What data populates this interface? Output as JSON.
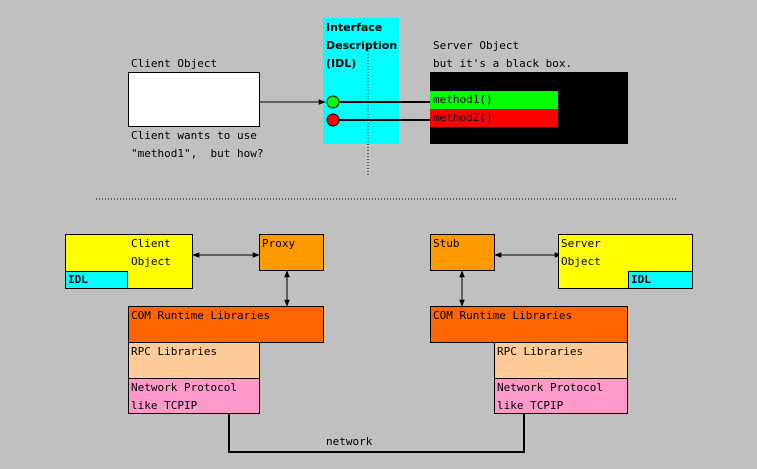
{
  "colors": {
    "background": "#c0c0c0",
    "idl_cyan": "#00ffff",
    "green": "#00ff00",
    "red": "#ff0000",
    "yellow": "#ffff00",
    "orange": "#ff9900",
    "com_orange": "#ff6600",
    "rpc_peach": "#ffcc99",
    "network_pink": "#ff99cc"
  },
  "top": {
    "client_object_label": "Client Object",
    "client_note_line1": "Client wants to use",
    "client_note_line2": "\"method1\",  but how?",
    "idl_line1": "Interface",
    "idl_line2": "Description",
    "idl_line3": "(IDL)",
    "server_label_line1": "Server Object",
    "server_label_line2": "but it's a black box.",
    "method1": "method1()",
    "method2": "method2()"
  },
  "bottom": {
    "client_line1": "Client",
    "client_line2": "Object",
    "idl_tag": "IDL",
    "proxy": "Proxy",
    "stub": "Stub",
    "server_line1": "Server",
    "server_line2": "Object",
    "com_runtime": "COM Runtime Libraries",
    "rpc_libraries": "RPC Libraries",
    "network_protocol_line1": "Network Protocol",
    "network_protocol_line2": "like TCPIP",
    "network": "network"
  }
}
